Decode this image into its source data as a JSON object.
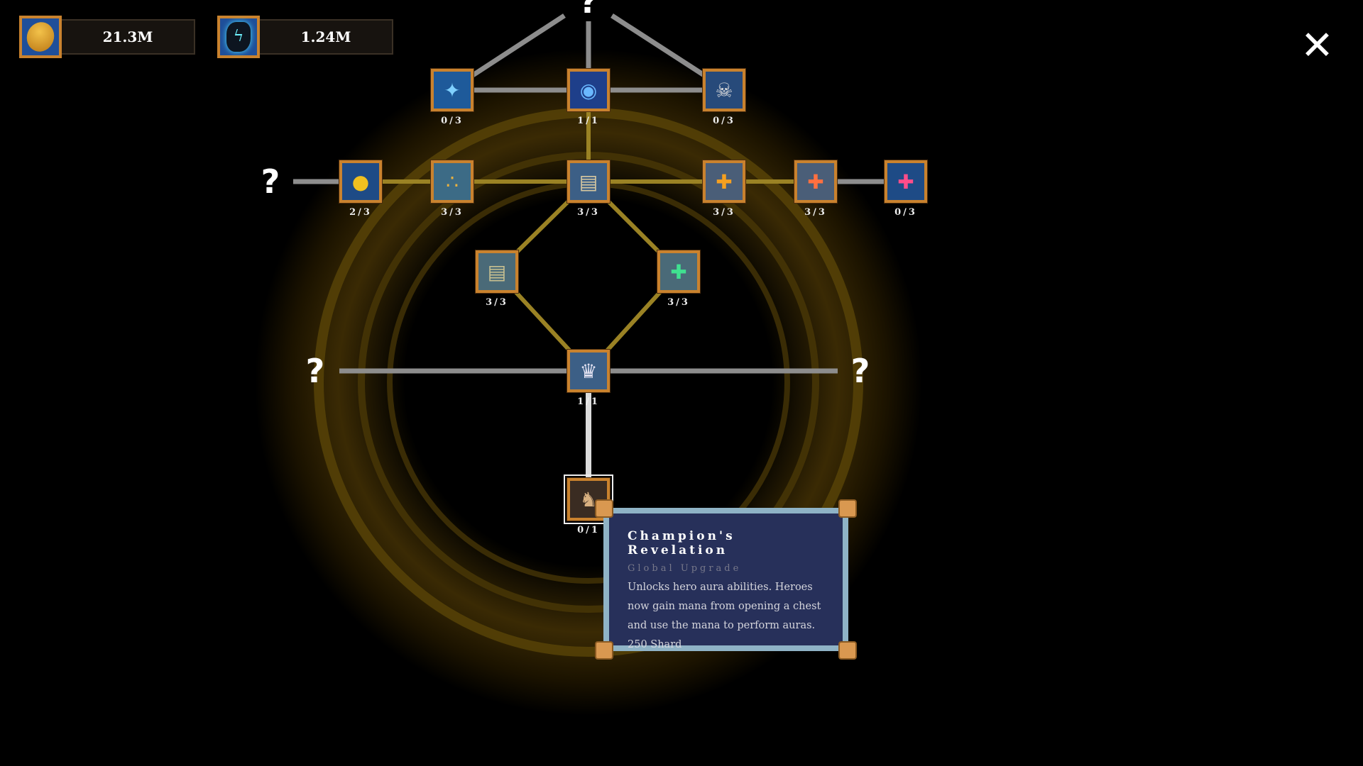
{
  "currencies": [
    {
      "name": "gold",
      "value": "21.3M"
    },
    {
      "name": "shard",
      "value": "1.24M"
    }
  ],
  "nodes": [
    {
      "id": "row1-left",
      "level": "0/3",
      "icon": "✦",
      "color": "#1e5a9a"
    },
    {
      "id": "row1-center",
      "level": "1/1",
      "icon": "◉",
      "color": "#1e3f8a"
    },
    {
      "id": "row1-right",
      "level": "0/3",
      "icon": "☠",
      "color": "#274a7a"
    },
    {
      "id": "row2-gold",
      "level": "2/3",
      "icon": "●",
      "color": "#1e4b86"
    },
    {
      "id": "row2-coins",
      "level": "3/3",
      "icon": "∴",
      "color": "#3c6b86"
    },
    {
      "id": "row2-book",
      "level": "3/3",
      "icon": "▤",
      "color": "#3c5f86"
    },
    {
      "id": "row2-plus-orange",
      "level": "3/3",
      "icon": "✚",
      "color": "#4a5e78"
    },
    {
      "id": "row2-plus-red",
      "level": "3/3",
      "icon": "✚",
      "color": "#4a5e78"
    },
    {
      "id": "row2-plus-pink",
      "level": "0/3",
      "icon": "✚",
      "color": "#1e4b86"
    },
    {
      "id": "row3-book",
      "level": "3/3",
      "icon": "▤",
      "color": "#4a6a78"
    },
    {
      "id": "row3-plus-green",
      "level": "3/3",
      "icon": "✚",
      "color": "#4a6a78"
    },
    {
      "id": "row4-lion",
      "level": "1/1",
      "icon": "♛",
      "color": "#3c5f86"
    },
    {
      "id": "row5-champion",
      "level": "0/1",
      "icon": "♞",
      "color": "#3a2c22"
    }
  ],
  "unknown_marker": "?",
  "close_label": "✕",
  "tooltip": {
    "title": "Champion's Revelation",
    "subtitle": "Global Upgrade",
    "description": "Unlocks hero aura abilities. Heroes now gain mana from opening a chest and use the mana to perform auras.",
    "cost": "250 Shard"
  }
}
